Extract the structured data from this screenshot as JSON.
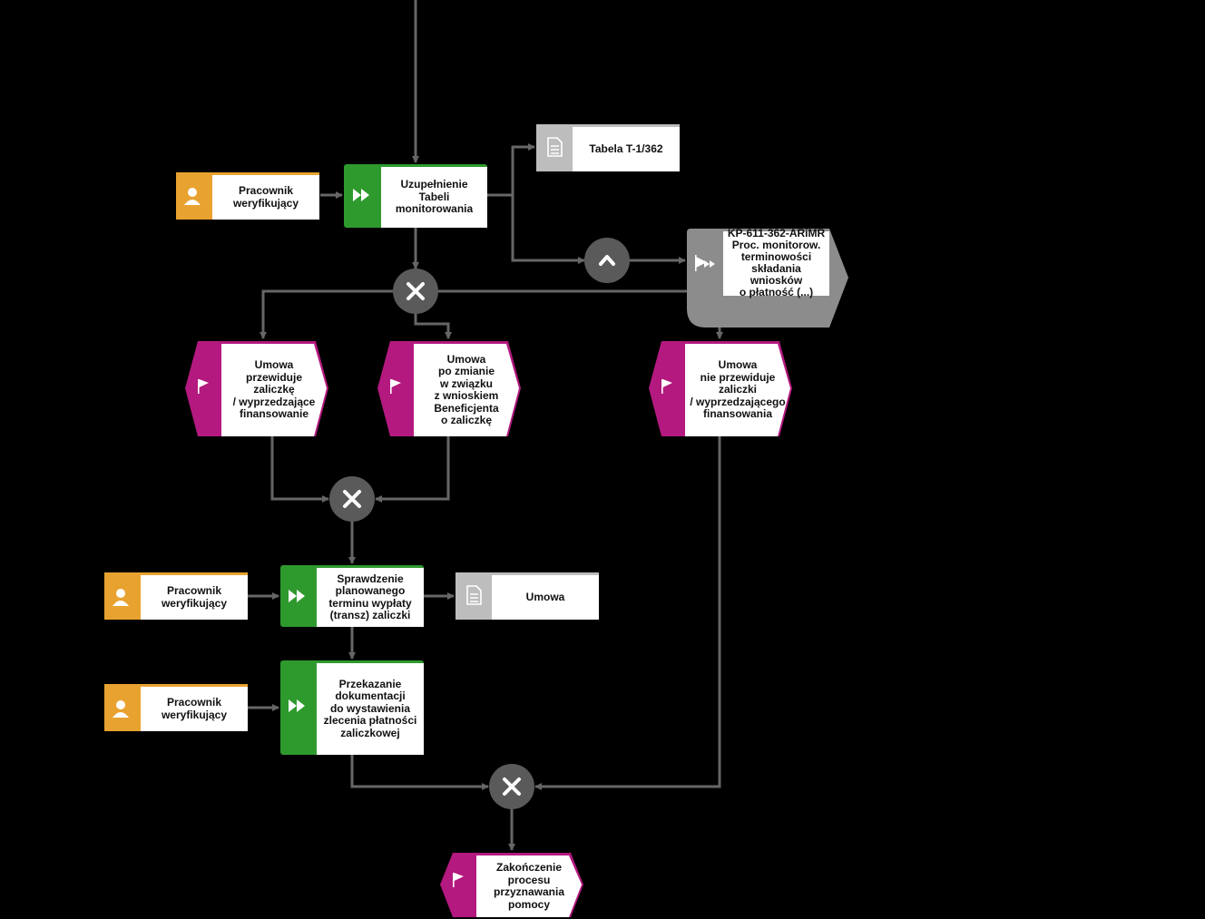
{
  "colors": {
    "role": "#e8a230",
    "function": "#2e9a2e",
    "event": "#b3197f",
    "document": "#bdbdbd",
    "process": "#8c8c8c",
    "connector": "#5a5a5a",
    "arrow": "#666666"
  },
  "roles": [
    {
      "id": "r1",
      "label": "Pracownik\nweryfikujący",
      "icon": "person-icon"
    },
    {
      "id": "r2",
      "label": "Pracownik\nweryfikujący",
      "icon": "person-icon"
    },
    {
      "id": "r3",
      "label": "Pracownik\nweryfikujący",
      "icon": "person-icon"
    }
  ],
  "functions": [
    {
      "id": "f1",
      "label": "Uzupełnienie\nTabeli\nmonitorowania",
      "icon": "fast-forward-icon"
    },
    {
      "id": "f2",
      "label": "Sprawdzenie\nplanowanego\nterminu wypłaty\n(transz) zaliczki",
      "icon": "fast-forward-icon"
    },
    {
      "id": "f3",
      "label": "Przekazanie\ndokumentacji\ndo wystawienia\nzlecenia płatności\nzaliczkowej",
      "icon": "fast-forward-icon"
    }
  ],
  "documents": [
    {
      "id": "d1",
      "label": "Tabela T-1/362",
      "icon": "document-icon"
    },
    {
      "id": "d2",
      "label": "Umowa",
      "icon": "document-icon"
    }
  ],
  "process_interface": {
    "id": "p1",
    "label": "KP-611-362-ARiMR\nProc. monitorow.\nterminowości\nskładania\nwniosków\no płatność (...)",
    "icon": "process-flag-icon"
  },
  "events": [
    {
      "id": "e1",
      "label": "Umowa\nprzewiduje\nzaliczkę\n/ wyprzedzające\nfinansowanie",
      "icon": "flag-icon"
    },
    {
      "id": "e2",
      "label": "Umowa\npo zmianie\nw związku\nz wnioskiem\nBeneficjenta\no zaliczkę",
      "icon": "flag-icon"
    },
    {
      "id": "e3",
      "label": "Umowa\nnie przewiduje\nzaliczki\n/ wyprzedzającego\nfinansowania",
      "icon": "flag-icon"
    },
    {
      "id": "e4",
      "label": "Zakończenie\nprocesu\nprzyznawania\npomocy",
      "icon": "flag-icon"
    }
  ],
  "connectors": [
    {
      "id": "x1",
      "type": "XOR",
      "icon": "xor-icon"
    },
    {
      "id": "x2",
      "type": "XOR",
      "icon": "xor-icon"
    },
    {
      "id": "x3",
      "type": "XOR",
      "icon": "xor-icon"
    },
    {
      "id": "a1",
      "type": "AND",
      "icon": "and-icon"
    }
  ]
}
